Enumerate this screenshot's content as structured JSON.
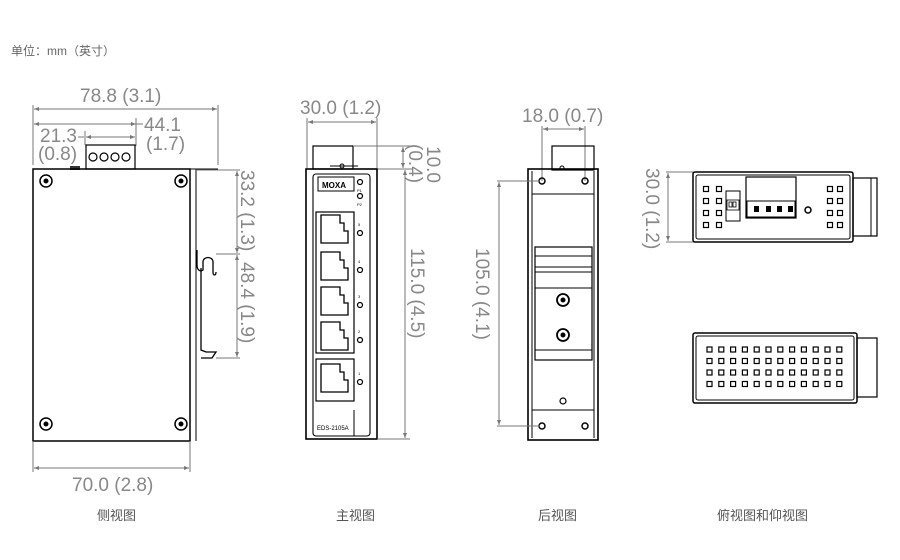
{
  "unit_label": "单位：mm（英寸）",
  "views": {
    "side": {
      "caption": "侧视图",
      "dims": {
        "overall_width": "78.8 (3.1)",
        "connector_offset_mm": "21.3",
        "connector_offset_in": "(0.8)",
        "connector_end_mm": "44.1",
        "connector_end_in": "(1.7)",
        "top_to_clip": "33.2 (1.3)",
        "clip_height": "48.4 (1.9)",
        "base_width": "70.0 (2.8)"
      }
    },
    "front": {
      "caption": "主视图",
      "brand": "MOXA",
      "model": "EDS-2105A",
      "led_labels": [
        "P1",
        "P2"
      ],
      "port_labels": [
        "5",
        "4",
        "3",
        "2",
        "1"
      ],
      "dims": {
        "width": "30.0 (1.2)",
        "connector_height_mm": "10.0",
        "connector_height_in": "(0.4)",
        "height": "115.0 (4.5)"
      }
    },
    "rear": {
      "caption": "后视图",
      "dims": {
        "hole_spacing": "18.0 (0.7)",
        "hole_vertical": "105.0 (4.1)"
      }
    },
    "top_bottom": {
      "caption": "俯视图和仰视图",
      "dims": {
        "depth": "30.0 (1.2)"
      }
    }
  }
}
